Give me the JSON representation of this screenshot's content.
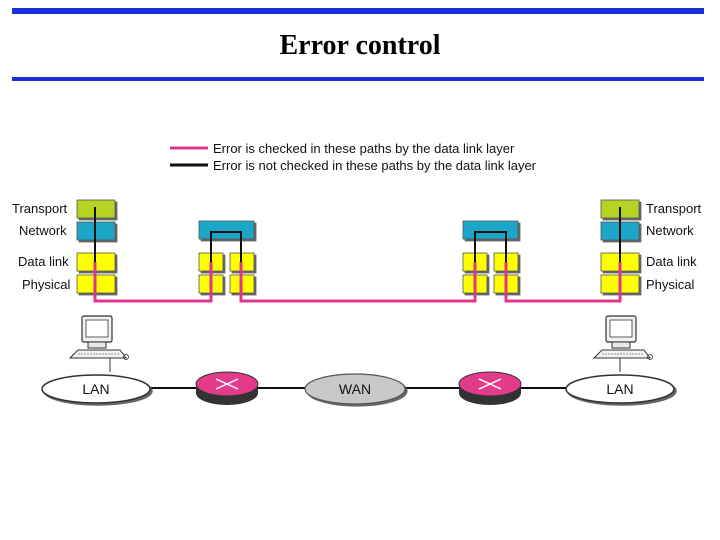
{
  "title": "Error control",
  "legend": {
    "checked": "Error is checked in these paths by the data link layer",
    "not_checked": "Error is not checked in these paths by the data link layer"
  },
  "layers": {
    "left": {
      "transport": "Transport",
      "network": "Network",
      "datalink": "Data link",
      "physical": "Physical"
    },
    "right": {
      "transport": "Transport",
      "network": "Network",
      "datalink": "Data link",
      "physical": "Physical"
    }
  },
  "networks": {
    "lan_left": "LAN",
    "wan": "WAN",
    "lan_right": "LAN"
  },
  "colors": {
    "rule": "#1a2fd6",
    "checked_path": "#e0358e",
    "unchecked_path": "#111111",
    "transport": "#b5d321",
    "network": "#1ea7c9",
    "link": "#ffff00",
    "router": "#e43a8a",
    "cloud": "#c8c8c8"
  }
}
